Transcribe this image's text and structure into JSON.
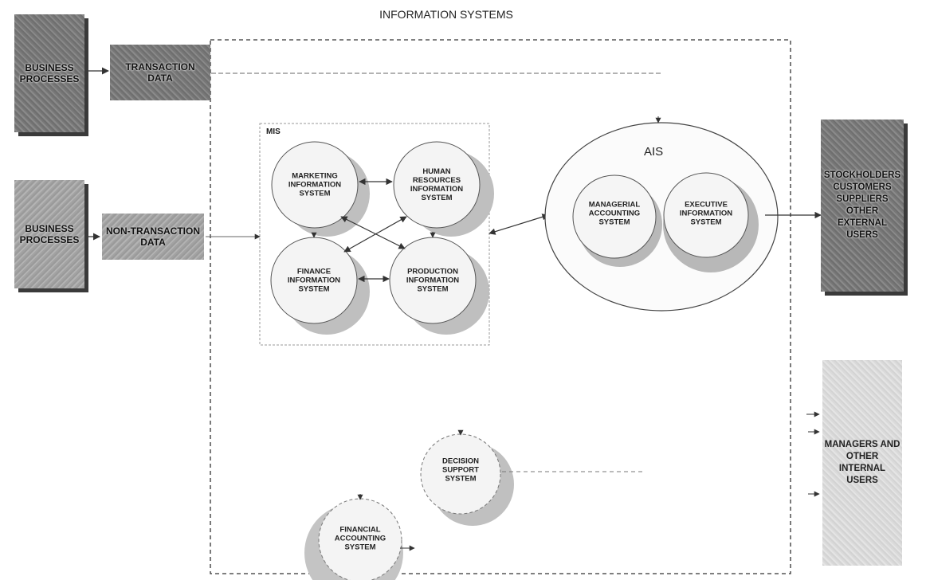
{
  "title": "INFORMATION SYSTEMS",
  "sources": {
    "business_processes_1": "BUSINESS PROCESSES",
    "transaction_data": "TRANSACTION DATA",
    "business_processes_2": "BUSINESS PROCESSES",
    "non_transaction_data": "NON-TRANSACTION DATA"
  },
  "mis": {
    "label": "MIS",
    "marketing": "MARKETING INFORMATION SYSTEM",
    "human_resources": "HUMAN RESOURCES INFORMATION SYSTEM",
    "finance": "FINANCE INFORMATION SYSTEM",
    "production": "PRODUCTION INFORMATION SYSTEM"
  },
  "ais": {
    "label": "AIS",
    "managerial": "MANAGERIAL ACCOUNTING SYSTEM",
    "executive": "EXECUTIVE INFORMATION SYSTEM"
  },
  "other_systems": {
    "decision_support": "DECISION SUPPORT SYSTEM",
    "financial_accounting": "FINANCIAL ACCOUNTING SYSTEM"
  },
  "users": {
    "external": "STOCKHOLDERS CUSTOMERS SUPPLIERS OTHER EXTERNAL USERS",
    "internal": "MANAGERS AND OTHER INTERNAL USERS"
  },
  "colors": {
    "dark_box": "#7a7a7a",
    "light_box": "#dcdcdc",
    "line": "#333333"
  }
}
